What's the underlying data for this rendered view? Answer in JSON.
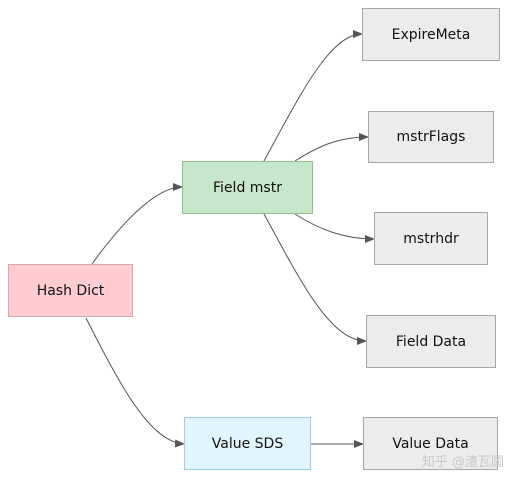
{
  "nodes": {
    "expire_meta": "ExpireMeta",
    "mstr_flags": "mstrFlags",
    "mstrhdr": "mstrhdr",
    "field_mstr": "Field mstr",
    "hash_dict": "Hash Dict",
    "field_data": "Field Data",
    "value_sds": "Value SDS",
    "value_data": "Value Data"
  },
  "colors": {
    "field_fill": "#c8e6c9",
    "hash_fill": "#ffccd1",
    "value_fill": "#e1f5fe",
    "leaf_fill": "#ececec",
    "edge_stroke": "#555555"
  },
  "watermark": "知乎 @渣瓦圖"
}
